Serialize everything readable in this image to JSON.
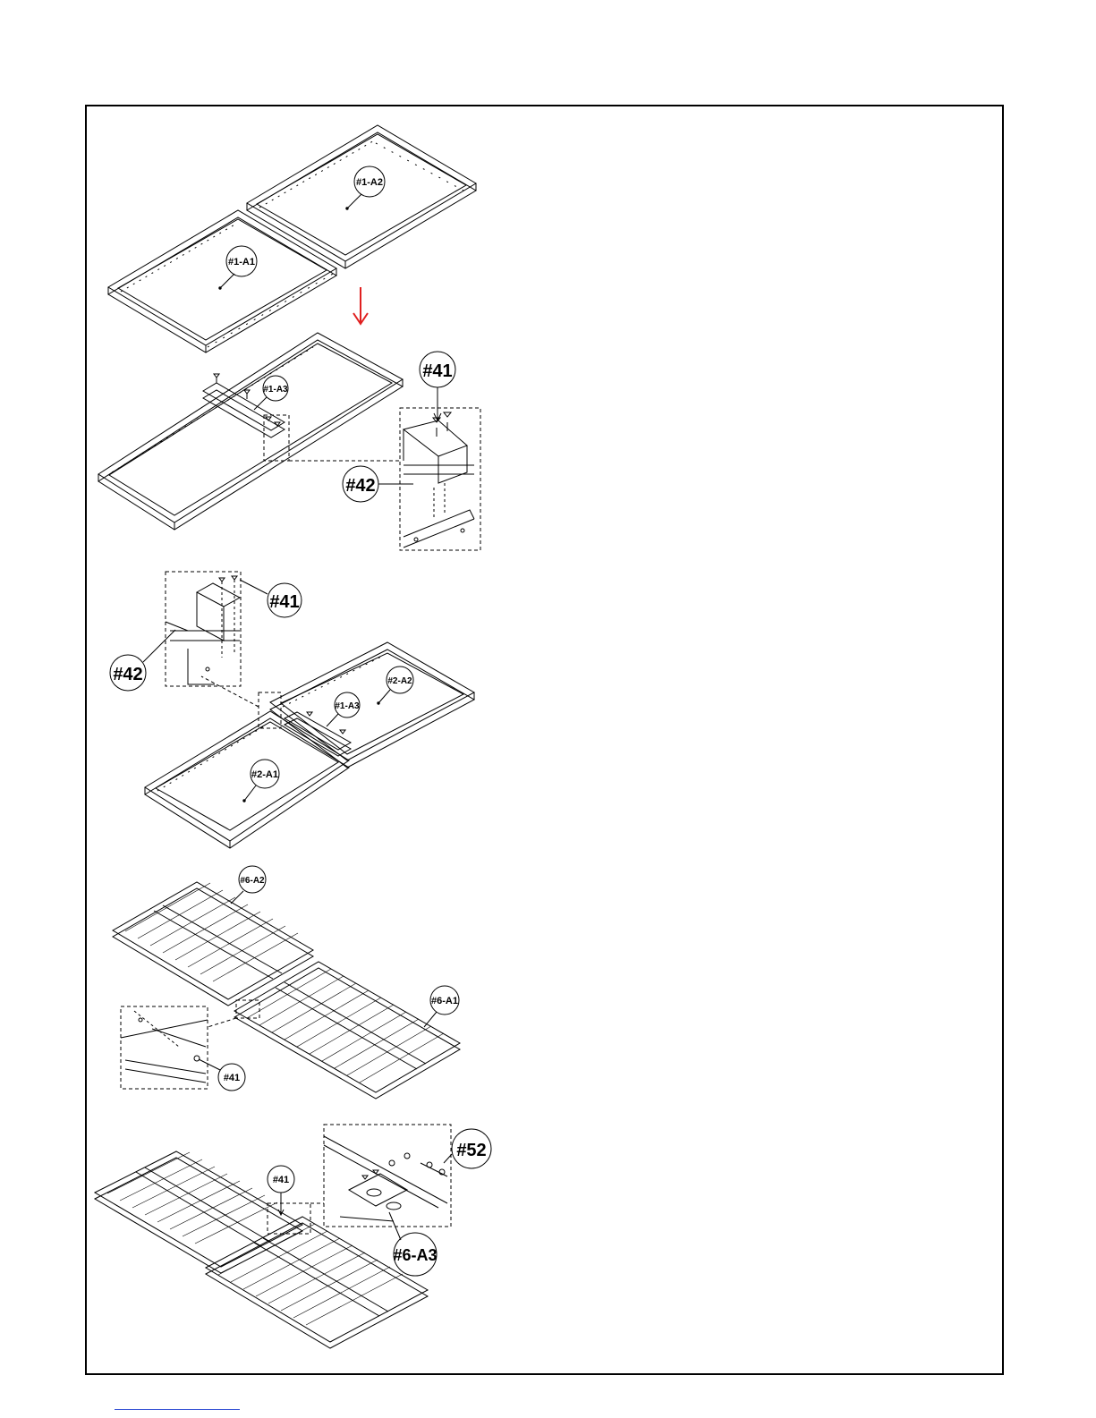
{
  "colors": {
    "line": "#000000",
    "arrow": "#e02020",
    "link": "#3b57d6",
    "background": "#ffffff"
  },
  "steps": [
    {
      "labels": [
        "#1-A2",
        "#1-A1"
      ]
    },
    {
      "labels": [
        "#1-A3",
        "#41",
        "#42"
      ]
    },
    {
      "labels": [
        "#41",
        "#42",
        "#1-A3",
        "#2-A2",
        "#2-A1"
      ]
    },
    {
      "labels": [
        "#6-A2",
        "#6-A1",
        "#41"
      ]
    },
    {
      "labels": [
        "#52",
        "#41",
        "#6-A3"
      ]
    }
  ]
}
